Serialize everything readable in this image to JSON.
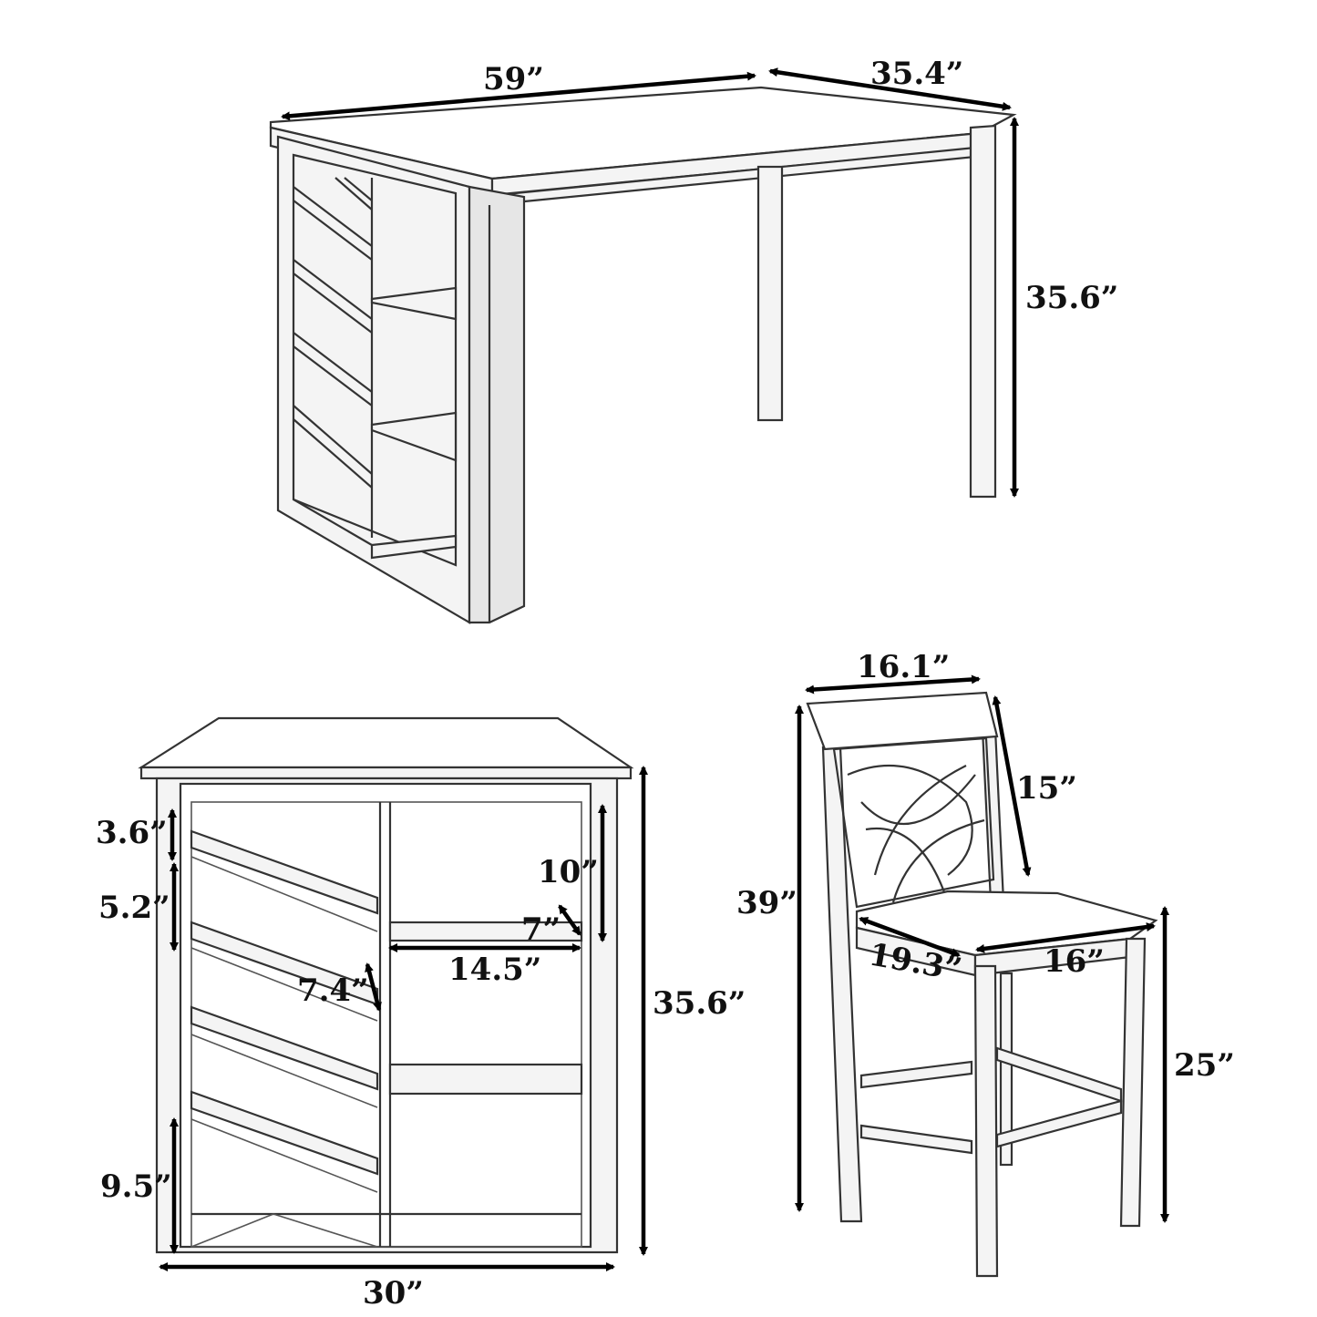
{
  "table_perspective": {
    "length": "59”",
    "width": "35.4”",
    "height": "35.6”"
  },
  "table_side": {
    "d1": "3.6”",
    "d2": "5.2”",
    "d3": "7.4”",
    "d4": "9.5”",
    "d5": "10”",
    "d6": "7”",
    "d7": "14.5”",
    "height": "35.6”",
    "width": "30”"
  },
  "chair": {
    "back_width": "16.1”",
    "back_height": "15”",
    "total_height": "39”",
    "seat_depth": "19.3”",
    "seat_width": "16”",
    "seat_height": "25”"
  }
}
